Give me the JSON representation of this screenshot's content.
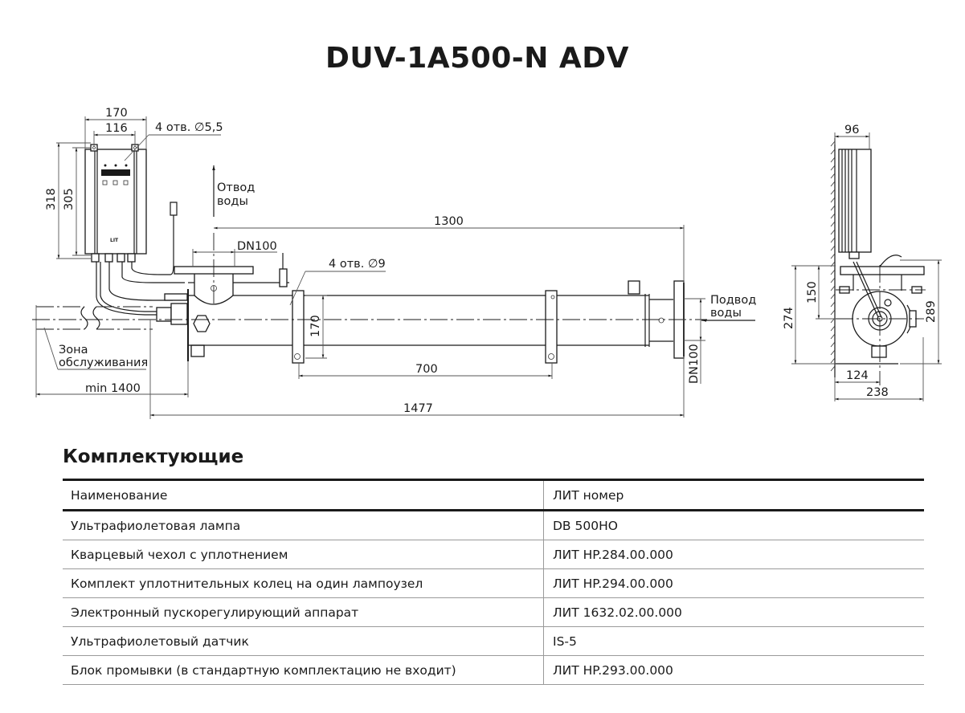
{
  "title": "DUV-1A500-N ADV",
  "drawing": {
    "labels": {
      "water_outlet": [
        "Отвод",
        "воды"
      ],
      "water_inlet": [
        "Подвод",
        "воды"
      ],
      "service_zone": [
        "Зона",
        "обслуживания"
      ],
      "holes_controller": "4 отв. ∅5,5",
      "holes_clamp": "4 отв. ∅9",
      "flange_top": "DN100",
      "flange_right": "DN100",
      "controller_brand": "LIT"
    },
    "dimensions": {
      "ctrl_width": "170",
      "ctrl_hole_spacing": "116",
      "ctrl_height_total": "318",
      "ctrl_height_holes": "305",
      "length_1300": "1300",
      "diameter_170": "170",
      "clamp_spacing": "700",
      "length_total": "1477",
      "service_min": "min 1400",
      "side_depth_ctrl": "96",
      "side_150": "150",
      "side_274": "274",
      "side_289": "289",
      "side_124": "124",
      "side_238": "238"
    }
  },
  "components": {
    "section_title": "Комплектующие",
    "columns": [
      "Наименование",
      "ЛИТ номер"
    ],
    "rows": [
      [
        "Ультрафиолетовая лампа",
        "DB 500HO"
      ],
      [
        "Кварцевый чехол с уплотнением",
        "ЛИТ HP.284.00.000"
      ],
      [
        "Комплект уплотнительных колец на один лампоузел",
        "ЛИТ HP.294.00.000"
      ],
      [
        "Электронный пускорегулирующий аппарат",
        "ЛИТ 1632.02.00.000"
      ],
      [
        "Ультрафиолетовый датчик",
        "IS-5"
      ],
      [
        "Блок промывки (в стандартную комплектацию не входит)",
        "ЛИТ HP.293.00.000"
      ]
    ]
  }
}
